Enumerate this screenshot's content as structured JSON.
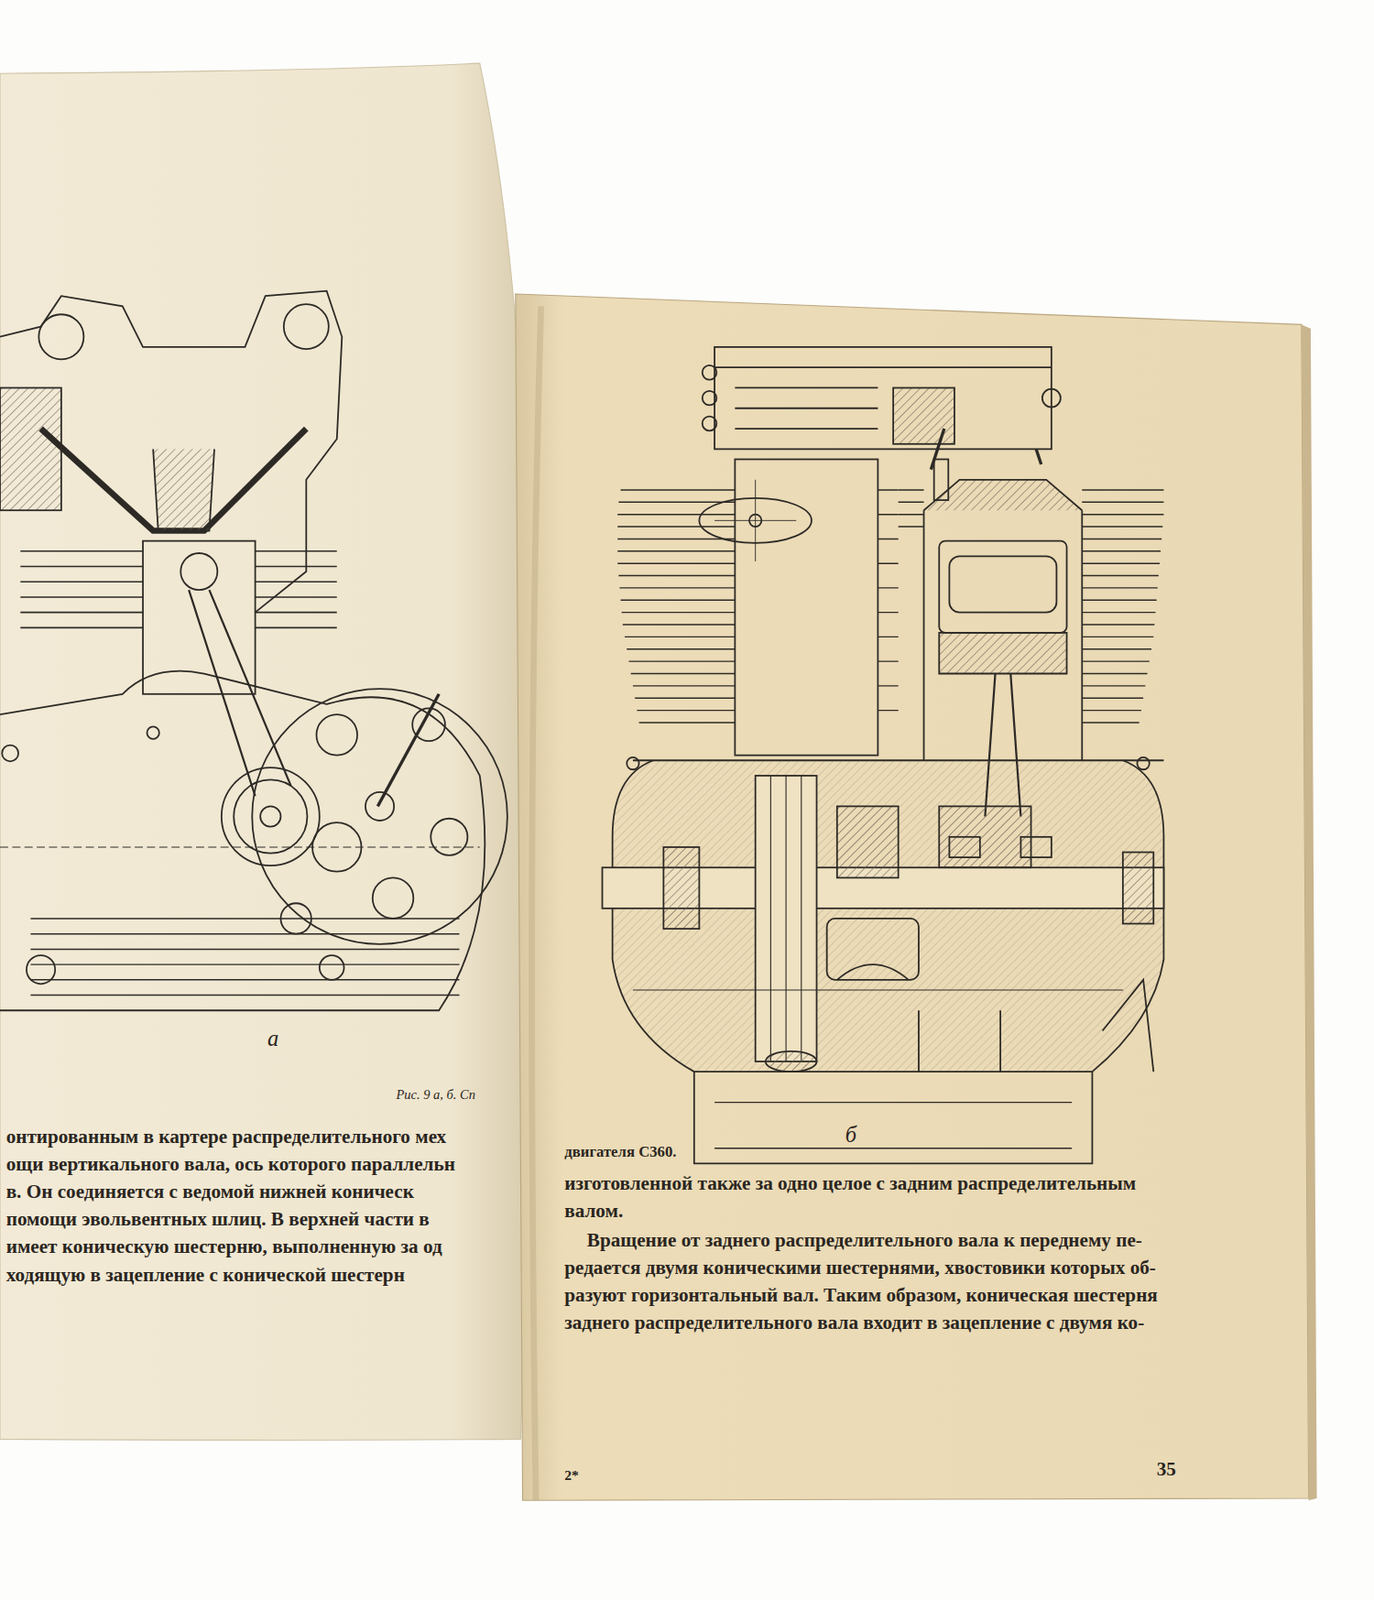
{
  "diagram": {
    "labels": [
      "а",
      "Рис. 9 а, б. Сп",
      "онтированным в картере распределительного мех",
      "ощи вертикального вала, ось которого параллельн",
      "в.  Он соединяется с ведомой нижней коническ",
      "помощи эвольвентных шлиц. В верхней части в",
      "имеет коническую шестерню, выполненную за од",
      "ходящую в зацепление с конической шестерн",
      "б",
      "двигателя С360.",
      "изготовленной также за одно целое с задним распределительным",
      "валом.",
      "Вращение от заднего распределительного вала к переднему пе-",
      "редается двумя коническими шестернями, хвостовики которых об-",
      "разуют горизонтальный вал. Таким образом, коническая шестерня",
      "заднего распределительного вала входит в зацепление с двумя ко-",
      "2*",
      "35"
    ]
  }
}
